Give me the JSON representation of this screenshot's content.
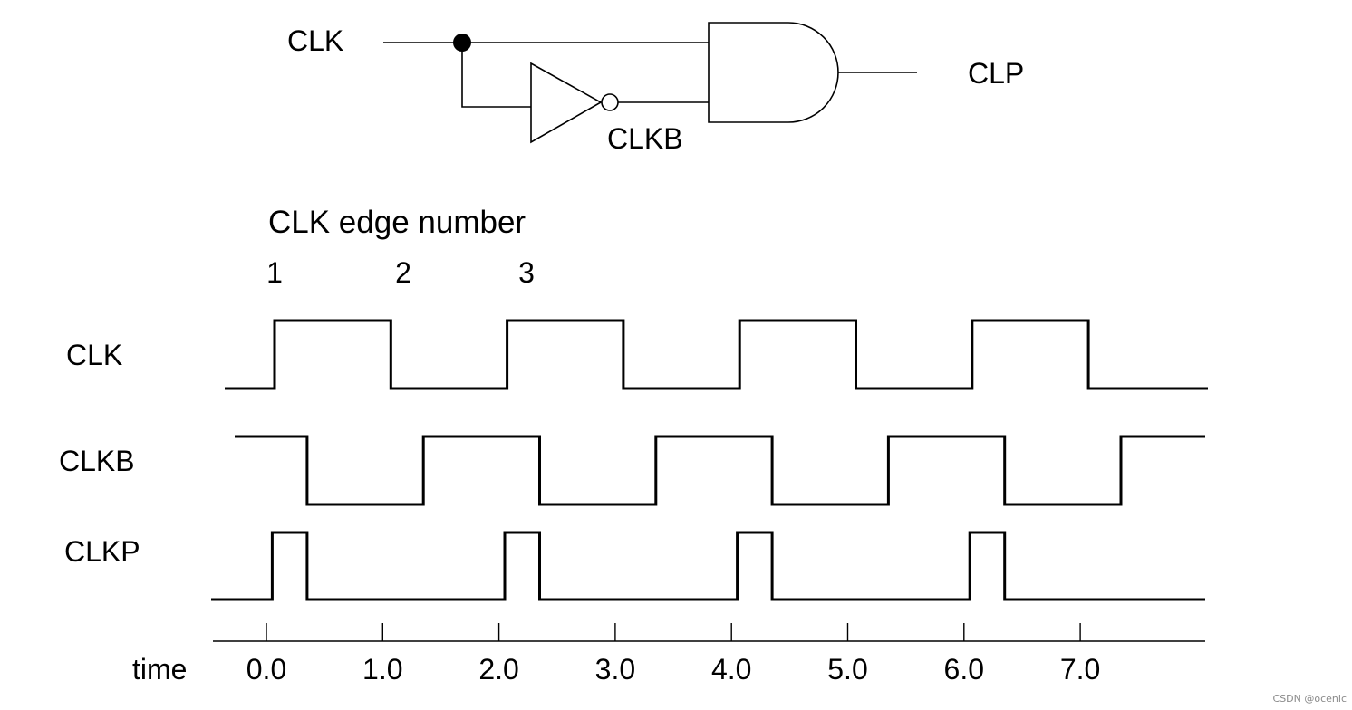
{
  "circuit": {
    "input_label": "CLK",
    "inverter_output_label": "CLKB",
    "output_label": "CLP"
  },
  "edge_header": {
    "title": "CLK edge number",
    "numbers": [
      "1",
      "2",
      "3"
    ]
  },
  "waveforms": {
    "clk": {
      "label": "CLK",
      "rise_times": [
        0.07,
        2.07,
        4.07,
        6.07
      ],
      "fall_times": [
        1.07,
        3.07,
        5.07,
        7.07
      ]
    },
    "clkb": {
      "label": "CLKB",
      "rise_times": [
        1.35,
        3.35,
        5.35,
        7.35
      ],
      "fall_times": [
        0.35,
        2.35,
        4.35,
        6.35
      ]
    },
    "clkp": {
      "label": "CLKP",
      "rise_times": [
        0.05,
        2.05,
        4.05,
        6.05
      ],
      "fall_times": [
        0.35,
        2.35,
        4.35,
        6.35
      ]
    }
  },
  "time_axis": {
    "label": "time",
    "ticks": [
      "0.0",
      "1.0",
      "2.0",
      "3.0",
      "4.0",
      "5.0",
      "6.0",
      "7.0"
    ],
    "range": [
      -0.5,
      8.0
    ]
  },
  "watermark": "CSDN @ocenic"
}
